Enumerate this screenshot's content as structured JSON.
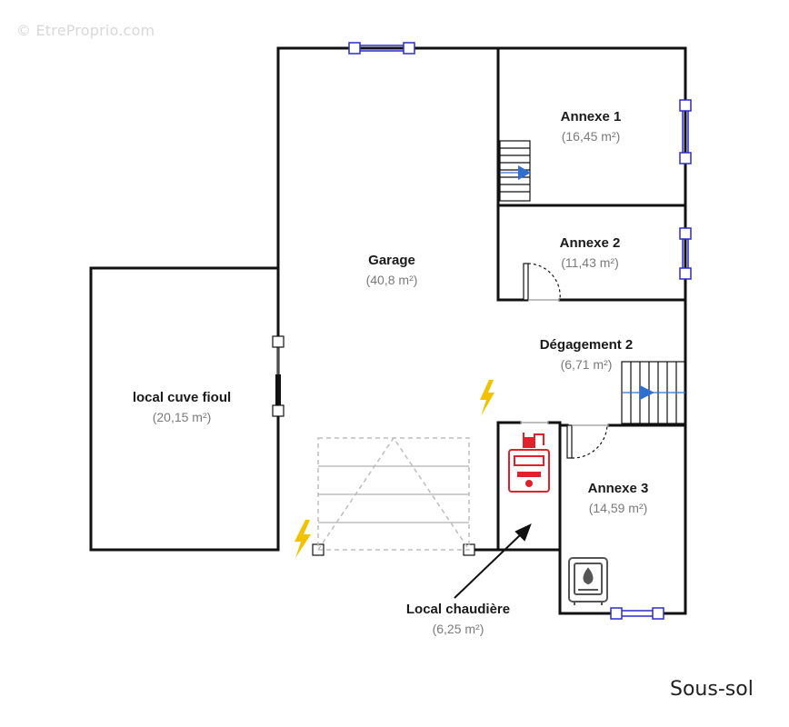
{
  "watermark": "© EtreProprio.com",
  "level_title": "Sous-sol",
  "rooms": [
    {
      "name": "Annexe 1",
      "area": "(16,45 m²)"
    },
    {
      "name": "Annexe 2",
      "area": "(11,43 m²)"
    },
    {
      "name": "Garage",
      "area": "(40,8 m²)"
    },
    {
      "name": "Dégagement 2",
      "area": "(6,71 m²)"
    },
    {
      "name": "local cuve fioul",
      "area": "(20,15 m²)"
    },
    {
      "name": "Annexe 3",
      "area": "(14,59 m²)"
    },
    {
      "name": "Local chaudière",
      "area": "(6,25 m²)"
    }
  ],
  "colors": {
    "wall": "#111111",
    "window": "#2c2ccc",
    "boiler": "#e0202a",
    "electric": "#f2c200",
    "garage_door": "#bdbdbd",
    "stair_arrow": "#2f6fd0"
  },
  "icons": [
    "electric-icon",
    "boiler-icon",
    "water-heater-icon",
    "stairs-icon",
    "door-arc-icon"
  ]
}
